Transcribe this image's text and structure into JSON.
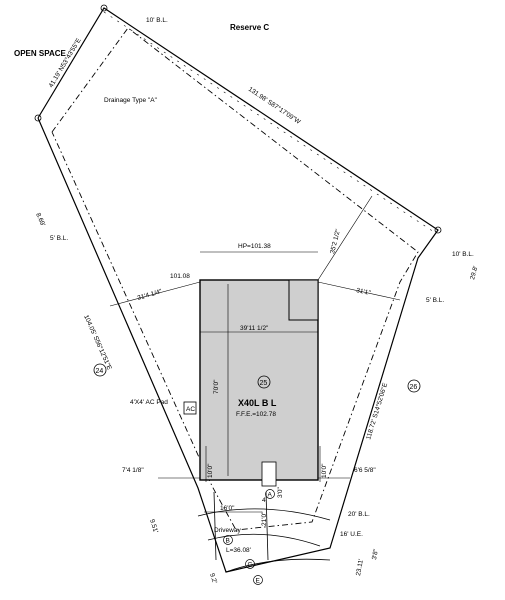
{
  "labels": {
    "reserve": "Reserve C",
    "open_space": "OPEN SPACE",
    "drainage": "Drainage Type \"A\"",
    "bl_top": "10' B.L.",
    "bl_right": "10' B.L.",
    "bl_left": "5' B.L.",
    "bl_right2": "5' B.L.",
    "bl_bottom": "20' B.L.",
    "ue": "16' U.E.",
    "hp": "HP=101.38",
    "elev_corner": "101.08",
    "lot_number": "25",
    "lot_left": "24",
    "lot_right": "26",
    "house": "X40L B L",
    "ffe": "F.F.E.=102.78",
    "ac_pad": "4'X4' AC Pad",
    "ac": "AC",
    "driveway": "Driveway",
    "driveway_len": "L=36.08'",
    "circle_b": "B",
    "circle_c": "C",
    "circle_e": "E",
    "circle_a": "A"
  },
  "bearings": {
    "top_left": "41.19' N53°43'55\"E",
    "top": "131.98' S87°17'09\"W",
    "left": "8.69'",
    "left2": "104.05' S56°12'51\"E",
    "right_short": "29.8'",
    "right": "118.72' S14°52'06\"E",
    "bottom_left": "9.51'",
    "bottom_left2": "9.2'",
    "bottom_right": "23.11'"
  },
  "dims": {
    "house_width": "39'11 1/2\"",
    "house_depth": "70'0\"",
    "setback_top": "35'2 1/2\"",
    "setback_left": "31'4 1/4\"",
    "setback_right": "31'1\"",
    "front_left": "10'0\"",
    "front_right": "10'0\"",
    "side_left": "7'4 1/8\"",
    "side_right": "6'6 5/8\"",
    "drive_width": "16'0\"",
    "drive_len": "21'0\"",
    "walk": "3'0\"",
    "walk2": "4'",
    "garage_right": "3'8\""
  }
}
